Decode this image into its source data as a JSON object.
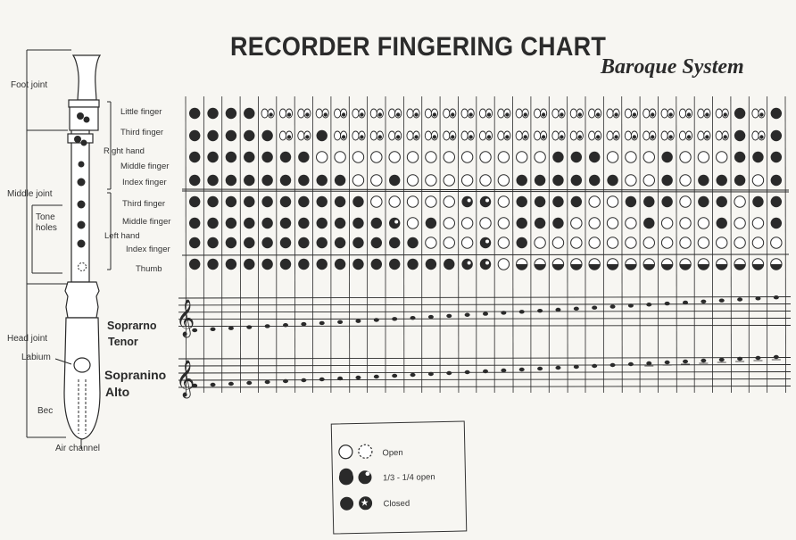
{
  "header": {
    "title": "RECORDER FINGERING CHART",
    "subtitle": "Baroque System"
  },
  "recorder_labels": {
    "foot_joint": "Foot joint",
    "middle_joint": "Middle joint",
    "tone_holes": "Tone holes",
    "head_joint": "Head joint",
    "labium": "Labium",
    "bec": "Bec",
    "air_channel": "Air channel"
  },
  "row_labels": {
    "little_finger": "Little finger",
    "third_finger_right": "Third finger",
    "right_hand": "Right hand",
    "middle_finger_right": "Middle finger",
    "index_finger_right": "Index finger",
    "third_finger_left": "Third finger",
    "middle_finger_left": "Middle finger",
    "left_hand": "Left hand",
    "index_finger_left": "Index finger",
    "thumb": "Thumb"
  },
  "staff_labels": {
    "upper_line1": "Soprarno",
    "upper_line2": "Tenor",
    "lower_line1": "Sopranino",
    "lower_line2": "Alto"
  },
  "legend": {
    "open": "Open",
    "partial": "1/3 - 1/4 open",
    "closed": "Closed"
  },
  "colors": {
    "ink": "#2a2a2a",
    "paper": "#f7f6f2"
  }
}
